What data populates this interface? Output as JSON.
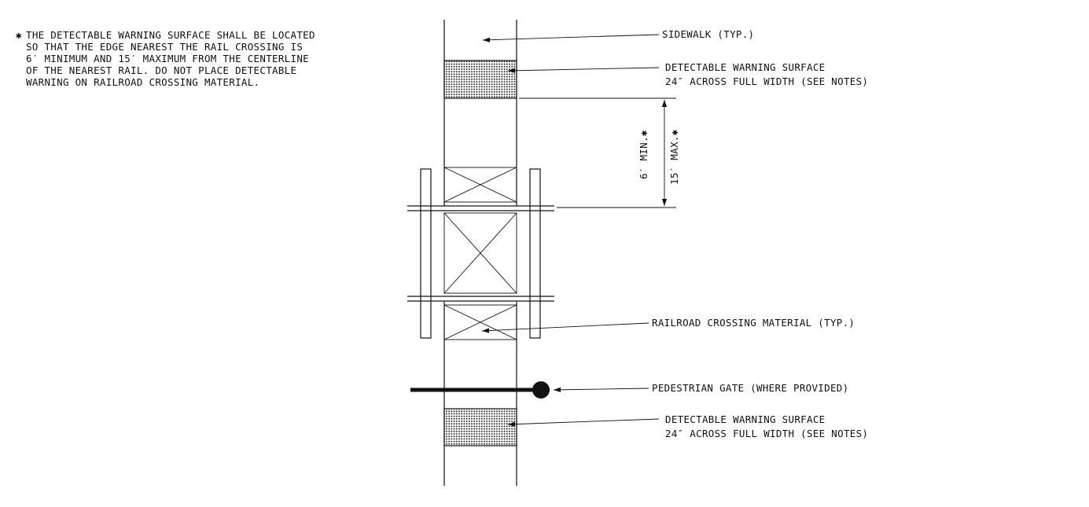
{
  "colors": {
    "ink": "#111111",
    "background": "#ffffff"
  },
  "note": {
    "marker": "✱",
    "lines": [
      "THE DETECTABLE WARNING SURFACE SHALL BE LOCATED",
      "SO THAT THE EDGE  NEAREST THE  RAIL CROSSING IS",
      "6′ MINIMUM AND 15′ MAXIMUM FROM THE  CENTERLINE",
      "OF THE  NEAREST RAIL.   DO NOT PLACE DETECTABLE",
      "WARNING ON RAILROAD CROSSING MATERIAL."
    ]
  },
  "callouts": {
    "sidewalk": "SIDEWALK (TYP.)",
    "dws_top_line1": "DETECTABLE WARNING SURFACE",
    "dws_top_line2": "24″ ACROSS FULL WIDTH (SEE NOTES)",
    "crossing_material": "RAILROAD CROSSING MATERIAL (TYP.)",
    "ped_gate": "PEDESTRIAN GATE (WHERE PROVIDED)",
    "dws_bottom_line1": "DETECTABLE WARNING SURFACE",
    "dws_bottom_line2": "24″ ACROSS FULL WIDTH (SEE NOTES)"
  },
  "dimensions": {
    "min": "6′ MIN.✱",
    "max": "15′ MAX.✱"
  }
}
